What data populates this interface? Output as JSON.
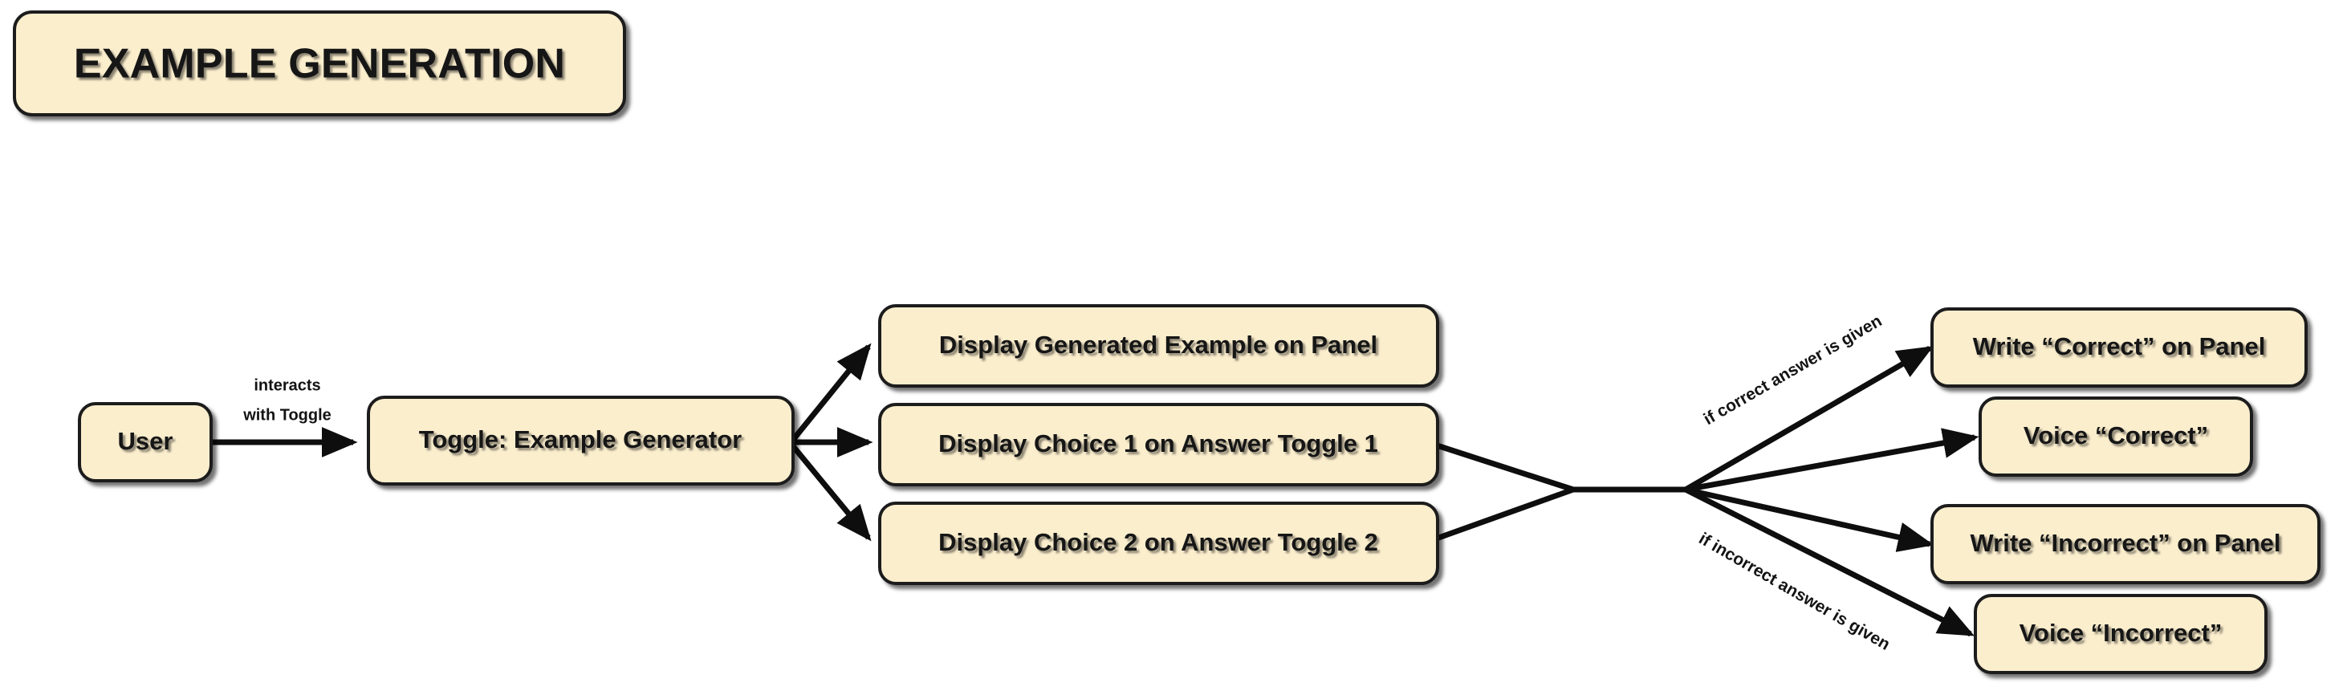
{
  "diagram": {
    "title": "EXAMPLE GENERATION",
    "background_color": "#ffffff",
    "node_fill_color": "#fbeecd",
    "node_border_color": "#1b1b1b",
    "text_color": "#131313",
    "edge_color": "#0e0e0e"
  },
  "nodes": {
    "title_banner": "EXAMPLE GENERATION",
    "user": "User",
    "toggle_generator": "Toggle: Example Generator",
    "display_example": "Display Generated Example on Panel",
    "display_choice_1": "Display Choice 1 on Answer Toggle 1",
    "display_choice_2": "Display Choice 2 on Answer Toggle 2",
    "write_correct": "Write “Correct” on Panel",
    "voice_correct": "Voice “Correct”",
    "write_incorrect": "Write “Incorrect” on Panel",
    "voice_incorrect": "Voice “Incorrect”"
  },
  "edge_labels": {
    "user_to_toggle_line1": "interacts",
    "user_to_toggle_line2": "with Toggle",
    "correct_branch": "if correct answer is given",
    "incorrect_branch": "if incorrect answer is given"
  }
}
